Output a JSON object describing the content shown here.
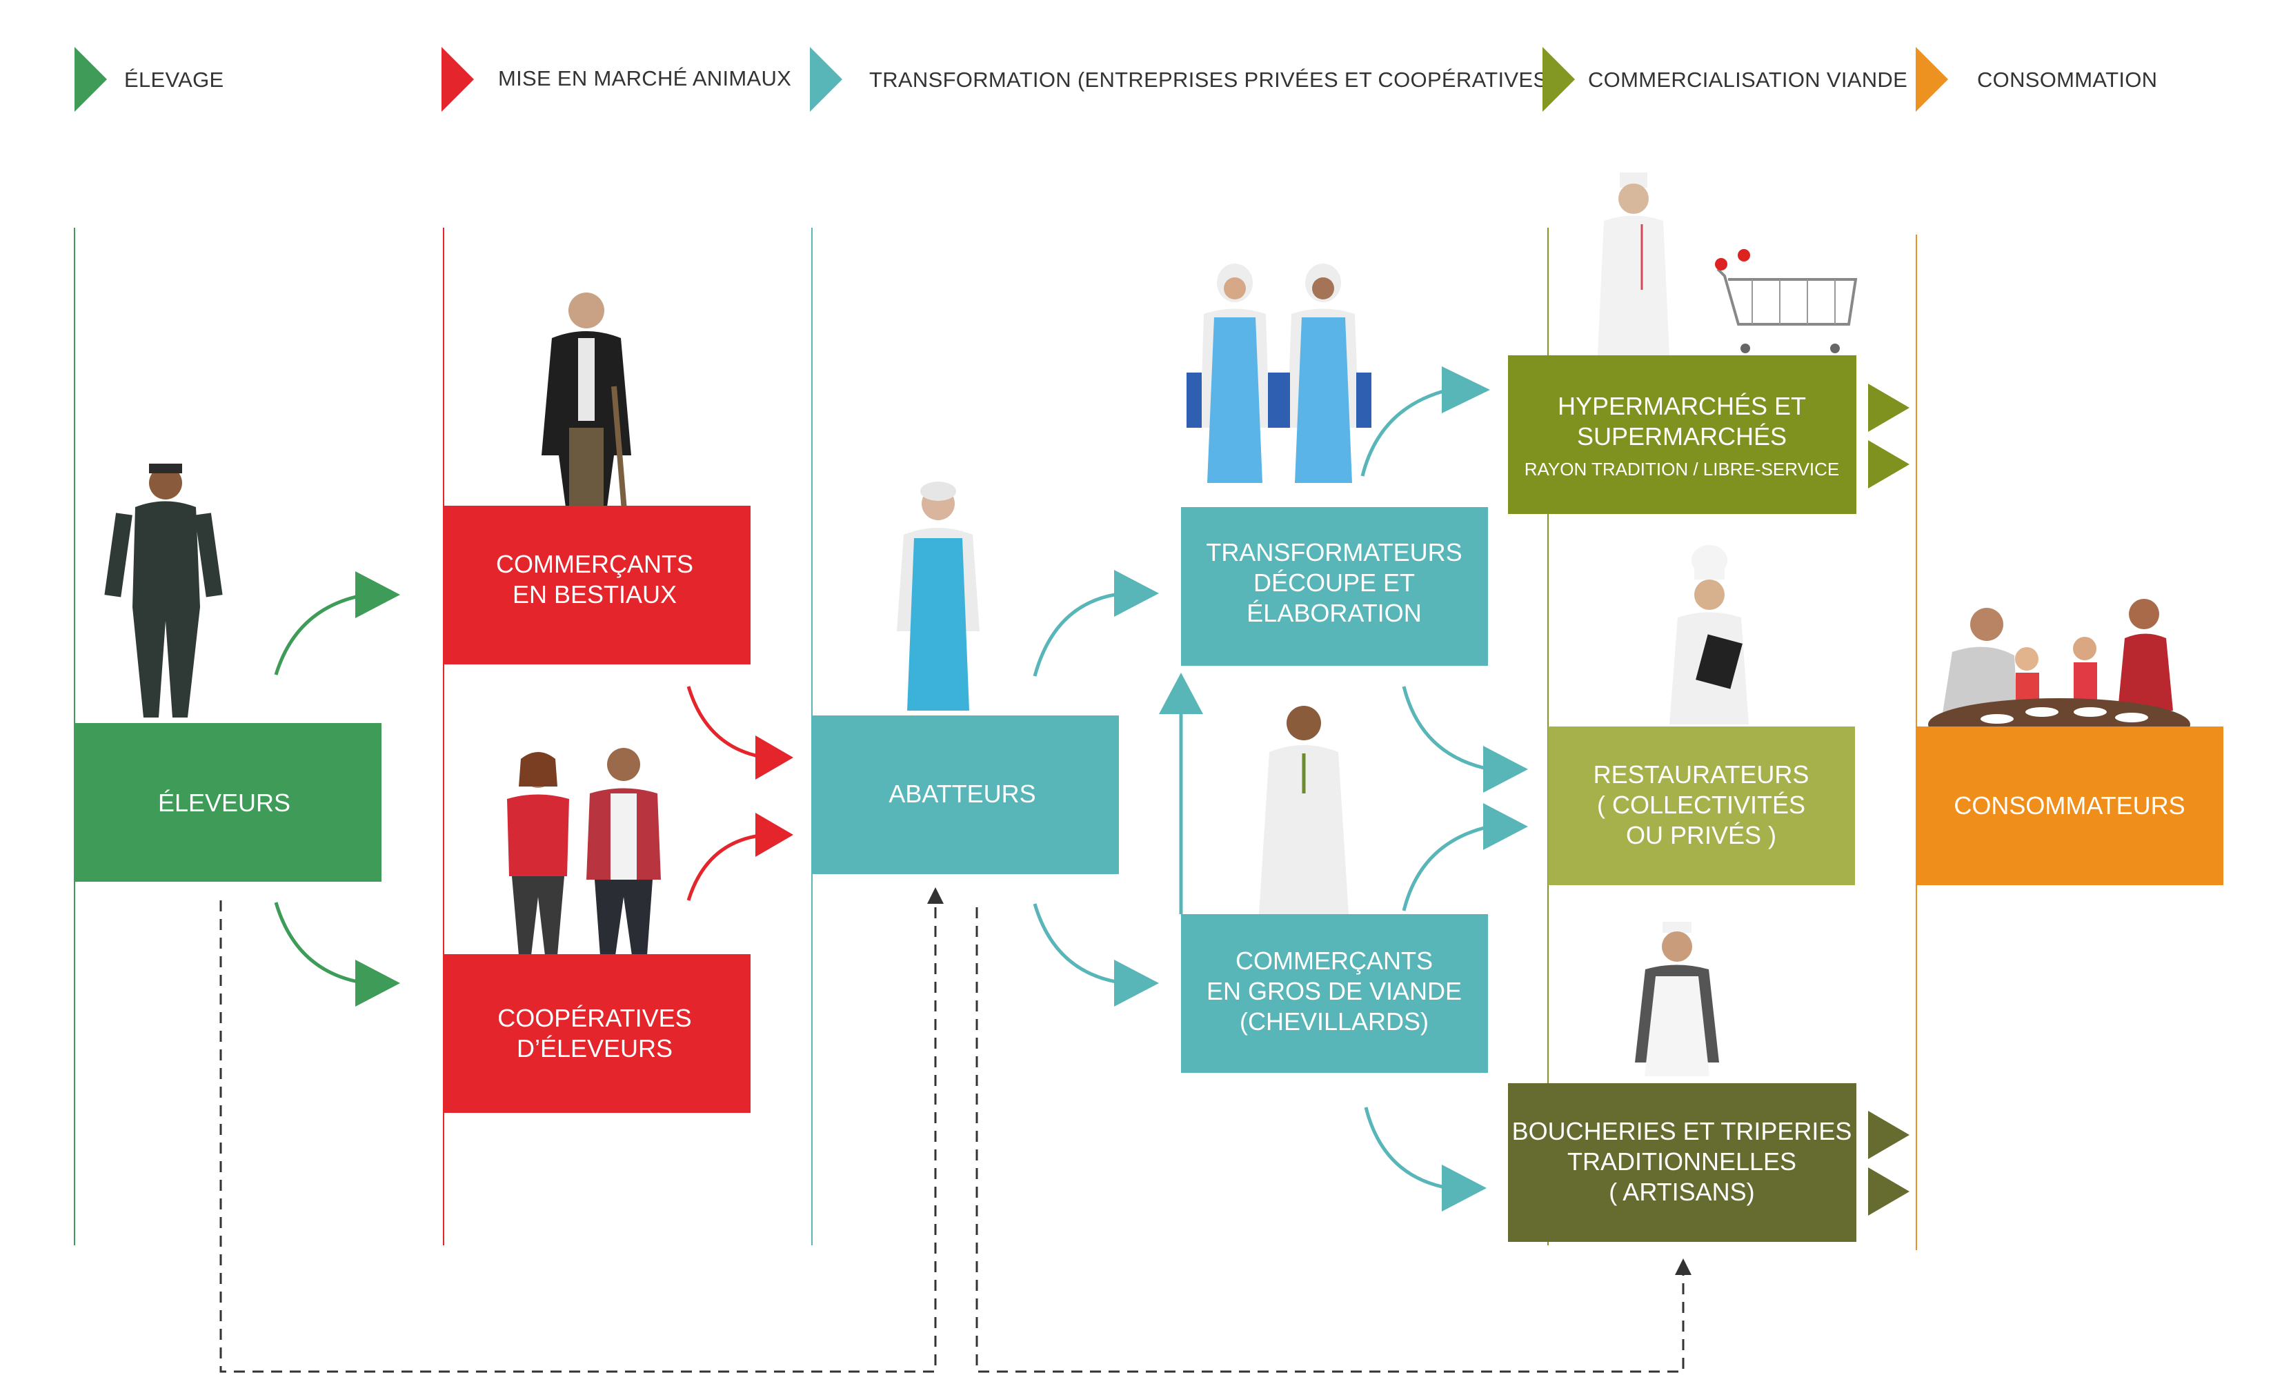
{
  "colors": {
    "elevage": "#3e9b58",
    "marche": "#e4262c",
    "transformation": "#58b5b8",
    "commercialisation": "#839823",
    "consommation": "#ed9220",
    "hyper": "#7f911e",
    "restaurateurs": "#a6b14b",
    "boucheries": "#666b2f",
    "consommateurs": "#ef8e1a",
    "dashed": "#333333"
  },
  "header": {
    "elevage": "ÉLEVAGE",
    "marche": "MISE EN MARCHÉ ANIMAUX",
    "transformation": "TRANSFORMATION  (ENTREPRISES PRIVÉES ET COOPÉRATIVES)",
    "commercialisation": "COMMERCIALISATION  VIANDE",
    "consommation": "CONSOMMATION"
  },
  "boxes": {
    "eleveurs": "ÉLEVEURS",
    "commercants_bestiaux": [
      "COMMERÇANTS",
      "EN BESTIAUX"
    ],
    "cooperatives": [
      "COOPÉRATIVES",
      "D’ÉLEVEURS"
    ],
    "abatteurs": "ABATTEURS",
    "transformateurs": [
      "TRANSFORMATEURS",
      "DÉCOUPE ET",
      "ÉLABORATION"
    ],
    "commercants_gros": [
      "COMMERÇANTS",
      "EN GROS DE VIANDE",
      "(CHEVILLARDS)"
    ],
    "hypermarches": [
      "HYPERMARCHÉS ET",
      "SUPERMARCHÉS"
    ],
    "hypermarches_sub": "RAYON TRADITION / LIBRE-SERVICE",
    "restaurateurs": [
      "RESTAURATEURS",
      "( COLLECTIVITÉS",
      "OU PRIVÉS )"
    ],
    "boucheries": [
      "BOUCHERIES ET TRIPERIES",
      "TRADITIONNELLES",
      "( ARTISANS)"
    ],
    "consommateurs": "CONSOMMATEURS"
  },
  "icons": [
    "farmer-figure",
    "livestock-trader-figure",
    "cooperative-couple-figure",
    "slaughterhouse-worker-figure",
    "processing-workers-figure",
    "wholesaler-figure",
    "supermarket-staff-figure",
    "shopping-cart-icon",
    "chef-figure",
    "butcher-figure",
    "family-dining-figure"
  ]
}
